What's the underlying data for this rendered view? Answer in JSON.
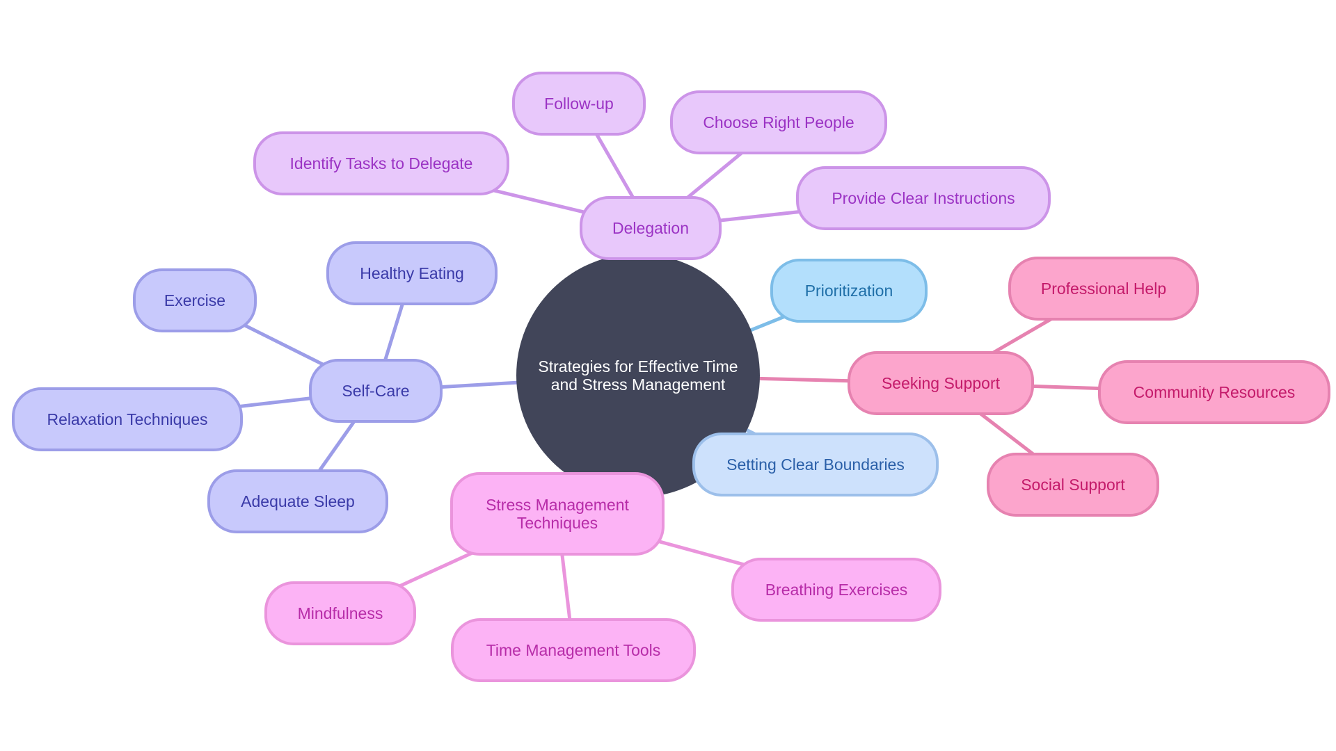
{
  "diagram": {
    "root": {
      "label_lines": [
        "Strategies for Effective Time",
        "and Stress Management"
      ],
      "fill": "#414559",
      "text_color": "#ffffff"
    },
    "branches": [
      {
        "id": "delegation",
        "label_lines": [
          "Delegation"
        ],
        "fill": "#e8c8fb",
        "stroke": "#cc94e8",
        "text_color": "#9b33c4",
        "children": [
          {
            "id": "follow-up",
            "label_lines": [
              "Follow-up"
            ]
          },
          {
            "id": "choose-right-people",
            "label_lines": [
              "Choose Right People"
            ]
          },
          {
            "id": "identify-tasks",
            "label_lines": [
              "Identify Tasks to Delegate"
            ]
          },
          {
            "id": "provide-instructions",
            "label_lines": [
              "Provide Clear Instructions"
            ]
          }
        ]
      },
      {
        "id": "self-care",
        "label_lines": [
          "Self-Care"
        ],
        "fill": "#c8c9fc",
        "stroke": "#9c9de8",
        "text_color": "#3a3aa8",
        "children": [
          {
            "id": "healthy-eating",
            "label_lines": [
              "Healthy Eating"
            ]
          },
          {
            "id": "exercise",
            "label_lines": [
              "Exercise"
            ]
          },
          {
            "id": "relaxation",
            "label_lines": [
              "Relaxation Techniques"
            ]
          },
          {
            "id": "adequate-sleep",
            "label_lines": [
              "Adequate Sleep"
            ]
          }
        ]
      },
      {
        "id": "prioritization",
        "label_lines": [
          "Prioritization"
        ],
        "fill": "#b3dffc",
        "stroke": "#7dbde8",
        "text_color": "#1f6fa8",
        "children": []
      },
      {
        "id": "boundaries",
        "label_lines": [
          "Setting Clear Boundaries"
        ],
        "fill": "#cde1fc",
        "stroke": "#9cbfea",
        "text_color": "#2a5fa8",
        "children": []
      },
      {
        "id": "seeking-support",
        "label_lines": [
          "Seeking Support"
        ],
        "fill": "#fca5cc",
        "stroke": "#e682b0",
        "text_color": "#c41a6a",
        "children": [
          {
            "id": "professional-help",
            "label_lines": [
              "Professional Help"
            ]
          },
          {
            "id": "community-resources",
            "label_lines": [
              "Community Resources"
            ]
          },
          {
            "id": "social-support",
            "label_lines": [
              "Social Support"
            ]
          }
        ]
      },
      {
        "id": "stress-techniques",
        "label_lines": [
          "Stress Management",
          "Techniques"
        ],
        "fill": "#fcb3f5",
        "stroke": "#ea94dc",
        "text_color": "#b72ca8",
        "children": [
          {
            "id": "mindfulness",
            "label_lines": [
              "Mindfulness"
            ]
          },
          {
            "id": "time-tools",
            "label_lines": [
              "Time Management Tools"
            ]
          },
          {
            "id": "breathing",
            "label_lines": [
              "Breathing Exercises"
            ]
          }
        ]
      }
    ]
  }
}
